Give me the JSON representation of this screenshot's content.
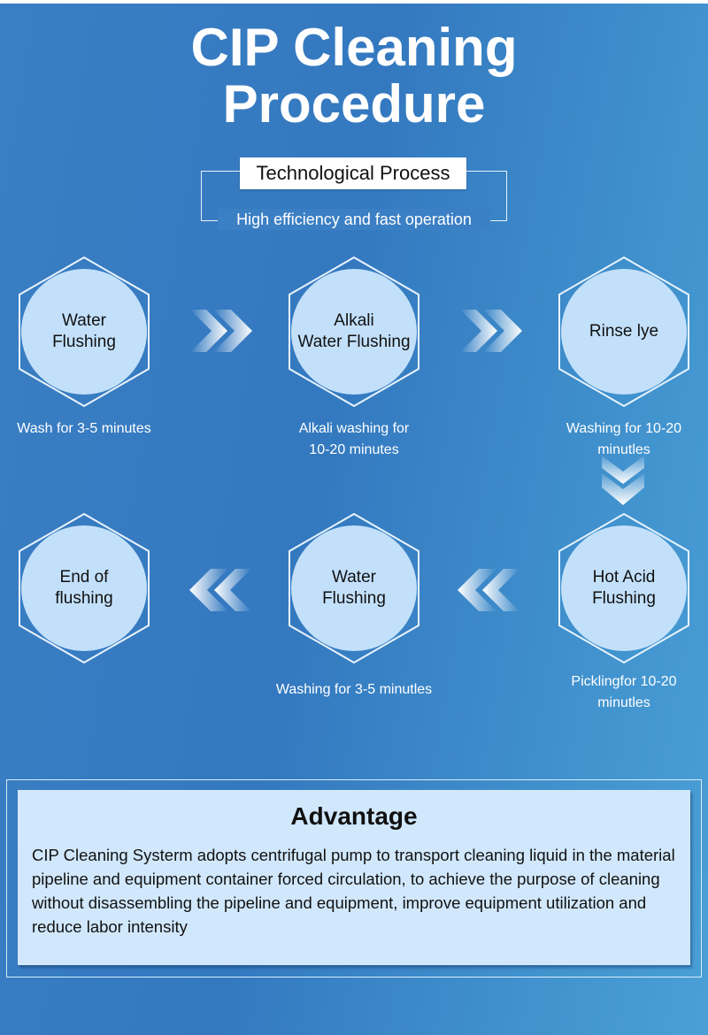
{
  "header": {
    "title_line1": "CIP Cleaning",
    "title_line2": "Procedure",
    "section_label": "Technological Process",
    "subtitle": "High efficiency and fast operation"
  },
  "steps": [
    {
      "line1": "Water",
      "line2": "Flushing",
      "caption_line1": "Wash for 3-5 minutes",
      "caption_line2": ""
    },
    {
      "line1": "Alkali",
      "line2": "Water Flushing",
      "caption_line1": "Alkali washing for",
      "caption_line2": "10-20 minutes"
    },
    {
      "line1": "Rinse lye",
      "line2": "",
      "caption_line1": "Washing for 10-20",
      "caption_line2": "minutles"
    },
    {
      "line1": "Hot Acid",
      "line2": "Flushing",
      "caption_line1": "Picklingfor 10-20",
      "caption_line2": "minutles"
    },
    {
      "line1": "Water",
      "line2": "Flushing",
      "caption_line1": "Washing for 3-5 minutles",
      "caption_line2": ""
    },
    {
      "line1": "End of",
      "line2": "flushing",
      "caption_line1": "",
      "caption_line2": ""
    }
  ],
  "arrows": [
    {
      "from": 1,
      "to": 2,
      "direction": "right",
      "icon": "double-chevron-right-icon"
    },
    {
      "from": 2,
      "to": 3,
      "direction": "right",
      "icon": "double-chevron-right-icon"
    },
    {
      "from": 3,
      "to": 4,
      "direction": "down",
      "icon": "double-chevron-down-icon"
    },
    {
      "from": 4,
      "to": 5,
      "direction": "left",
      "icon": "double-chevron-left-icon"
    },
    {
      "from": 5,
      "to": 6,
      "direction": "left",
      "icon": "double-chevron-left-icon"
    }
  ],
  "advantage": {
    "title": "Advantage",
    "text": "CIP Cleaning Systerm adopts centrifugal pump to transport cleaning liquid in the material pipeline and equipment container forced circulation, to achieve the purpose of cleaning without disassembling the pipeline and equipment, improve equipment utilization and reduce labor intensity"
  },
  "colors": {
    "background": "#3479c0",
    "circle_fill": "#c3e0fb",
    "hexagon_stroke": "#e8f3fd",
    "advantage_panel": "#d1e8fc"
  }
}
